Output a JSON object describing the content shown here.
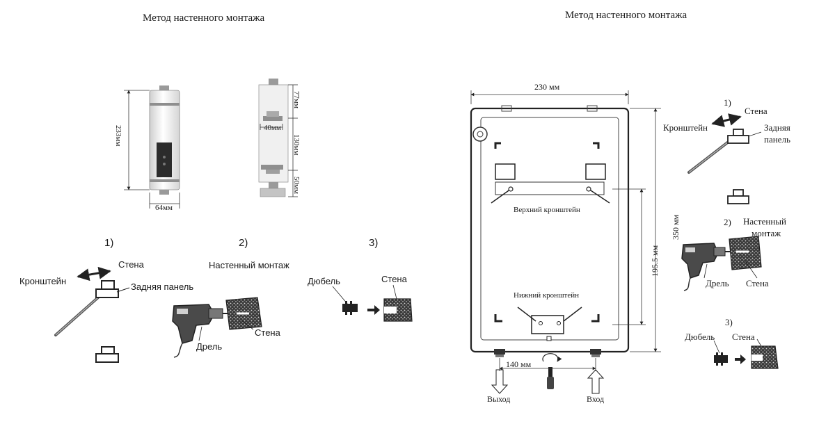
{
  "left": {
    "title": "Метод настенного монтажа",
    "dims": {
      "height": "233мм",
      "width": "64мм",
      "top": "77мм",
      "mid": "130мм",
      "bottom": "50мм",
      "slot": "40мм"
    },
    "steps": {
      "s1": {
        "num": "1)",
        "bracket": "Кронштейн",
        "wall": "Стена",
        "rear_panel": "Задняя панель"
      },
      "s2": {
        "num": "2)",
        "title": "Настенный монтаж",
        "drill": "Дрель",
        "wall": "Стена"
      },
      "s3": {
        "num": "3)",
        "dowel": "Дюбель",
        "wall": "Стена"
      }
    }
  },
  "right": {
    "title": "Метод настенного монтажа",
    "dims": {
      "width": "230 мм",
      "height": "350 мм",
      "bracket_spacing": "195.5 мм",
      "pipe_spacing": "140 мм"
    },
    "labels": {
      "upper_bracket": "Верхний кронштейн",
      "lower_bracket": "Нижний кронштейн",
      "outlet": "Выход",
      "inlet": "Вход"
    },
    "steps": {
      "s1": {
        "num": "1)",
        "wall": "Стена",
        "bracket": "Кронштейн",
        "rear_panel_1": "Задняя",
        "rear_panel_2": "панель"
      },
      "s2": {
        "num": "2)",
        "title_1": "Настенный",
        "title_2": "монтаж",
        "drill": "Дрель",
        "wall": "Стена"
      },
      "s3": {
        "num": "3)",
        "dowel": "Дюбель",
        "wall": "Стена"
      }
    }
  }
}
